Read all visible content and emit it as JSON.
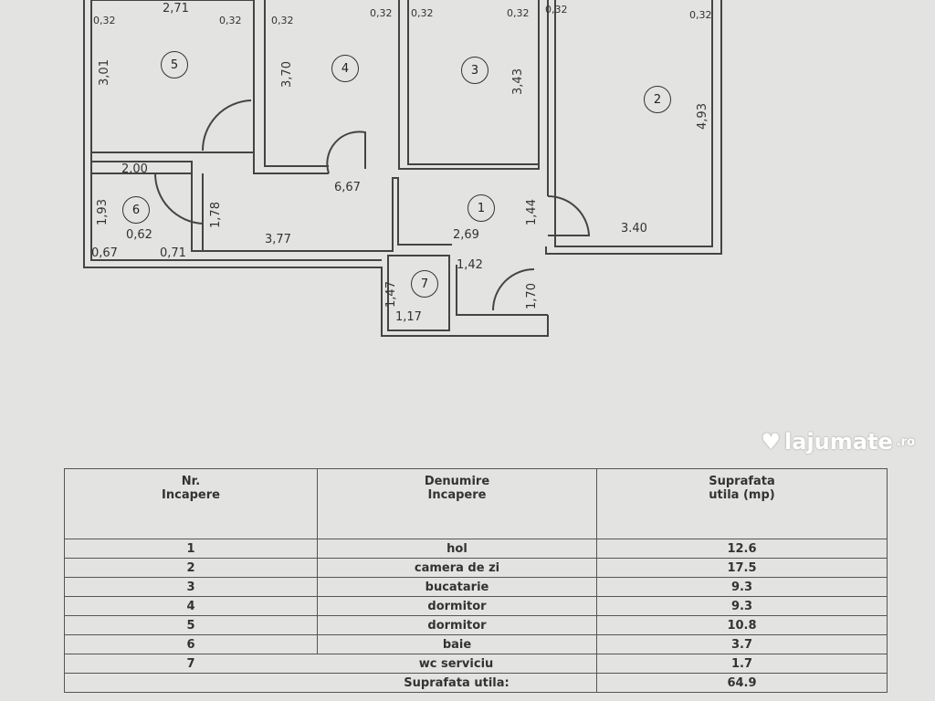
{
  "plan": {
    "rooms": [
      "1",
      "2",
      "3",
      "4",
      "5",
      "6",
      "7"
    ],
    "dims": {
      "r5_top": "2,71",
      "r5_h": "3,01",
      "r4_h": "3,70",
      "r3_h": "3,43",
      "r2_h": "4,93",
      "r2_w": "3.40",
      "hall_w": "6,67",
      "hall_h": "1,78",
      "hall_b": "3,77",
      "r1_w": "2,69",
      "r1_h": "1,44",
      "r1_door": "1,42",
      "entry": "1,70",
      "r6_w": "2,00",
      "r6_h": "1,93",
      "r6_a": "0,62",
      "r6_b": "0,67",
      "r6_c": "0,71",
      "r7_h": "1,47",
      "r7_w": "1,17",
      "wall": "0,32"
    }
  },
  "table": {
    "headers": [
      "Nr.\nIncapere",
      "Denumire\nIncapere",
      "Suprafata\nutila (mp)"
    ],
    "rows": [
      {
        "nr": "1",
        "name": "hol",
        "area": "12.6"
      },
      {
        "nr": "2",
        "name": "camera de zi",
        "area": "17.5"
      },
      {
        "nr": "3",
        "name": "bucatarie",
        "area": "9.3"
      },
      {
        "nr": "4",
        "name": "dormitor",
        "area": "9.3"
      },
      {
        "nr": "5",
        "name": "dormitor",
        "area": "10.8"
      },
      {
        "nr": "6",
        "name": "baie",
        "area": "3.7"
      },
      {
        "nr": "7",
        "name": "wc serviciu",
        "area": "1.7"
      }
    ],
    "total_label": "Suprafata utila:",
    "total": "64.9"
  },
  "watermark": {
    "brand": "lajumate",
    "tld": ".ro"
  }
}
